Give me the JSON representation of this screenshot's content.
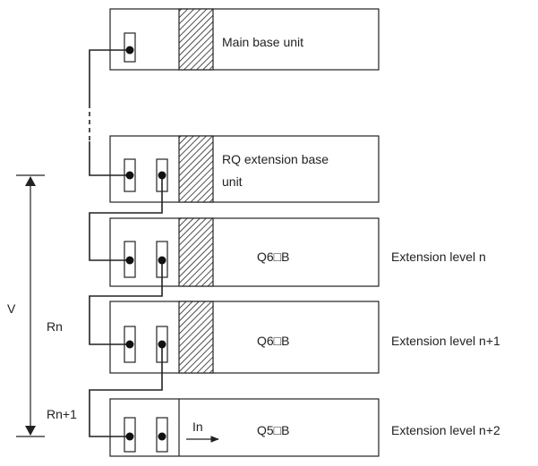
{
  "units": [
    {
      "label_lines": [
        "Main base unit"
      ]
    },
    {
      "label_lines": [
        "RQ extension base",
        "unit"
      ]
    },
    {
      "label": "Q6□B",
      "side_label": "Extension level n"
    },
    {
      "label": "Q6□B",
      "side_label": "Extension level n+1"
    },
    {
      "label": "Q5□B",
      "side_label": "Extension level n+2",
      "current_label": "In"
    }
  ],
  "labels": {
    "voltage": "V",
    "resistance_n": "Rn",
    "resistance_n1": "Rn+1"
  }
}
